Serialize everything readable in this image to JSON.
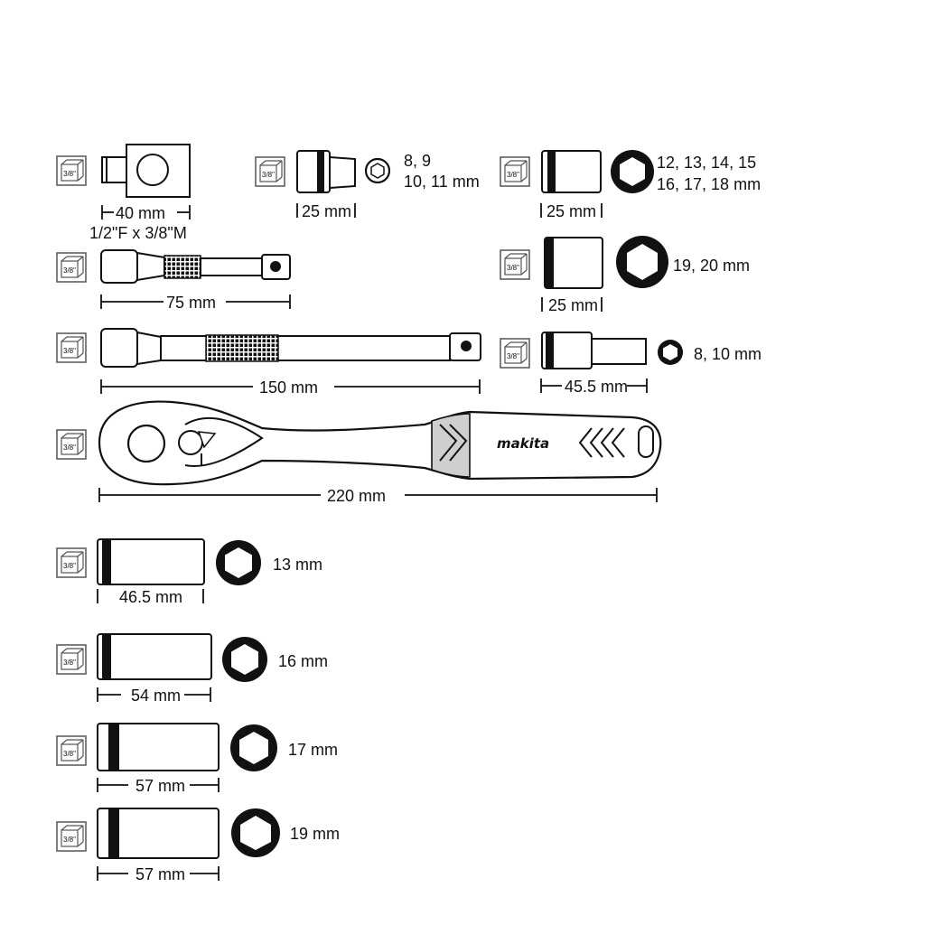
{
  "drive_icon_label": "3/8\"",
  "items": {
    "adapter": {
      "dimension": "40 mm",
      "spec": "1/2\"F x 3/8\"M"
    },
    "ext75": {
      "dimension": "75 mm"
    },
    "ext150": {
      "dimension": "150 mm"
    },
    "ratchet": {
      "dimension": "220 mm",
      "brand": "makita"
    },
    "socket_small": {
      "dimension": "25 mm",
      "sizes_line1": "8, 9",
      "sizes_line2": "10, 11 mm"
    },
    "socket_mid": {
      "dimension": "25 mm",
      "sizes_line1": "12, 13, 14, 15",
      "sizes_line2": "16, 17, 18 mm"
    },
    "socket_large": {
      "dimension": "25 mm",
      "sizes": "19, 20 mm"
    },
    "socket_deep_small": {
      "dimension": "45.5 mm",
      "sizes": "8, 10 mm"
    },
    "deep13": {
      "dimension": "46.5 mm",
      "sizes": "13 mm"
    },
    "deep16": {
      "dimension": "54 mm",
      "sizes": "16 mm"
    },
    "deep17": {
      "dimension": "57 mm",
      "sizes": "17 mm"
    },
    "deep19": {
      "dimension": "57 mm",
      "sizes": "19 mm"
    }
  }
}
